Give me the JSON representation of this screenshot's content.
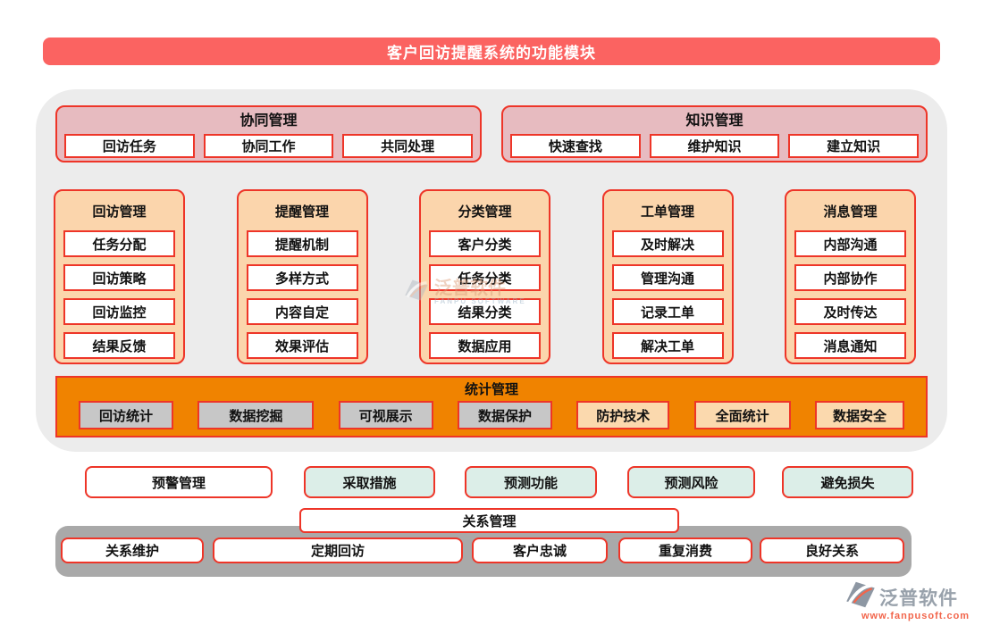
{
  "title": "客户回访提醒系统的功能模块",
  "top_groups": [
    {
      "name": "协同管理",
      "items": [
        "回访任务",
        "协同工作",
        "共同处理"
      ]
    },
    {
      "name": "知识管理",
      "items": [
        "快速查找",
        "维护知识",
        "建立知识"
      ]
    }
  ],
  "columns": [
    {
      "name": "回访管理",
      "items": [
        "任务分配",
        "回访策略",
        "回访监控",
        "结果反馈"
      ]
    },
    {
      "name": "提醒管理",
      "items": [
        "提醒机制",
        "多样方式",
        "内容自定",
        "效果评估"
      ]
    },
    {
      "name": "分类管理",
      "items": [
        "客户分类",
        "任务分类",
        "结果分类",
        "数据应用"
      ]
    },
    {
      "name": "工单管理",
      "items": [
        "及时解决",
        "管理沟通",
        "记录工单",
        "解决工单"
      ]
    },
    {
      "name": "消息管理",
      "items": [
        "内部沟通",
        "内部协作",
        "及时传达",
        "消息通知"
      ]
    }
  ],
  "stats": {
    "name": "统计管理",
    "items": [
      {
        "label": "回访统计",
        "style": "gray"
      },
      {
        "label": "数据挖掘",
        "style": "gray"
      },
      {
        "label": "可视展示",
        "style": "gray"
      },
      {
        "label": "数据保护",
        "style": "gray"
      },
      {
        "label": "防护技术",
        "style": "peach"
      },
      {
        "label": "全面统计",
        "style": "peach"
      },
      {
        "label": "数据安全",
        "style": "peach"
      }
    ]
  },
  "free_row": [
    {
      "label": "预警管理",
      "style": "white"
    },
    {
      "label": "采取措施",
      "style": "green"
    },
    {
      "label": "预测功能",
      "style": "green"
    },
    {
      "label": "预测风险",
      "style": "green"
    },
    {
      "label": "避免损失",
      "style": "green"
    }
  ],
  "relation": {
    "name": "关系管理",
    "items": [
      "关系维护",
      "定期回访",
      "客户忠诚",
      "重复消费",
      "良好关系"
    ]
  },
  "watermark": {
    "text": "泛普软件",
    "subtext": "FANPU SOFTWARE"
  },
  "logo": {
    "text": "泛普软件",
    "url": "www.fanpusoft.com",
    "icon": "fanpu-logo-icon"
  },
  "colors": {
    "title_bg": "#fb6361",
    "border_red": "#ee3528",
    "group_pink": "#e7bbc0",
    "column_peach": "#fbd5ac",
    "stats_orange": "#f08300",
    "stats_gray_item": "#c7c7c7",
    "stats_peach_item": "#fbd9ae",
    "free_green": "#dceee8",
    "bottom_bar_gray": "#a9a9a9",
    "container_gray": "#ececec",
    "logo_url_orange": "#f2654b"
  }
}
